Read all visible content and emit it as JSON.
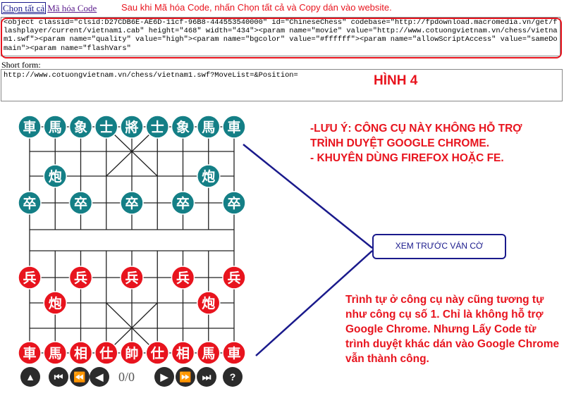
{
  "toolbar": {
    "select_all_label": "Chọn tất cả",
    "encode_label": "Mã hóa Code"
  },
  "instruction": "Sau khi Mã hóa Code, nhấn Chọn tất cả và Copy dán vào website.",
  "code_text": "<object classid=\"clsid:D27CDB6E-AE6D-11cf-96B8-444553540000\" id=\"ChineseChess\" codebase=\"http://fpdownload.macromedia.vn/get/flashplayer/current/vietnam1.cab\" height=\"468\" width=\"434\"><param name=\"movie\" value=\"http://www.cotuongvietnam.vn/chess/vietnam1.swf\"><param name=\"quality\" value=\"high\"><param name=\"bgcolor\" value=\"#ffffff\"><param name=\"allowScriptAccess\" value=\"sameDomain\"><param name=\"flashVars\"",
  "short_form": {
    "label": "Short form:",
    "value": "http://www.cotuongvietnam.vn/chess/vietnam1.swf?MoveList=&Position="
  },
  "figure_label": "HÌNH 4",
  "warning_lines": [
    "-LƯU Ý: CÔNG CỤ NÀY KHÔNG HỖ TRỢ",
    "TRÌNH DUYỆT GOOGLE CHROME.",
    "- KHUYÊN DÙNG FIREFOX HOẶC FE."
  ],
  "preview_button": "XEM TRƯỚC VÁN CỜ",
  "description": "Trình tự ở công cụ này cũng tương tự như công cụ số 1. Chỉ là không hỗ trợ Google Chrome. Nhưng Lấy Code từ trình duyệt khác dán vào Google Chrome vẫn thành công.",
  "board": {
    "move_counter": "0/0",
    "colors": {
      "black_piece": "#147f86",
      "red_piece": "#e8141e",
      "line": "#222222"
    },
    "black_back_row": [
      "車",
      "馬",
      "象",
      "士",
      "將",
      "士",
      "象",
      "馬",
      "車"
    ],
    "black_cannons": [
      "炮",
      "炮"
    ],
    "black_soldiers": [
      "卒",
      "卒",
      "卒",
      "卒",
      "卒"
    ],
    "red_soldiers": [
      "兵",
      "兵",
      "兵",
      "兵",
      "兵"
    ],
    "red_cannons": [
      "炮",
      "炮"
    ],
    "red_back_row": [
      "車",
      "馬",
      "相",
      "仕",
      "帥",
      "仕",
      "相",
      "馬",
      "車"
    ]
  },
  "controls": [
    {
      "name": "upload-icon",
      "glyph": "▲"
    },
    {
      "name": "first-move-icon",
      "glyph": "⏮"
    },
    {
      "name": "rewind-icon",
      "glyph": "⏪"
    },
    {
      "name": "prev-move-icon",
      "glyph": "◀"
    },
    {
      "name": "next-move-icon",
      "glyph": "▶"
    },
    {
      "name": "fast-forward-icon",
      "glyph": "⏩"
    },
    {
      "name": "last-move-icon",
      "glyph": "⏭"
    },
    {
      "name": "help-icon",
      "glyph": "?"
    }
  ]
}
